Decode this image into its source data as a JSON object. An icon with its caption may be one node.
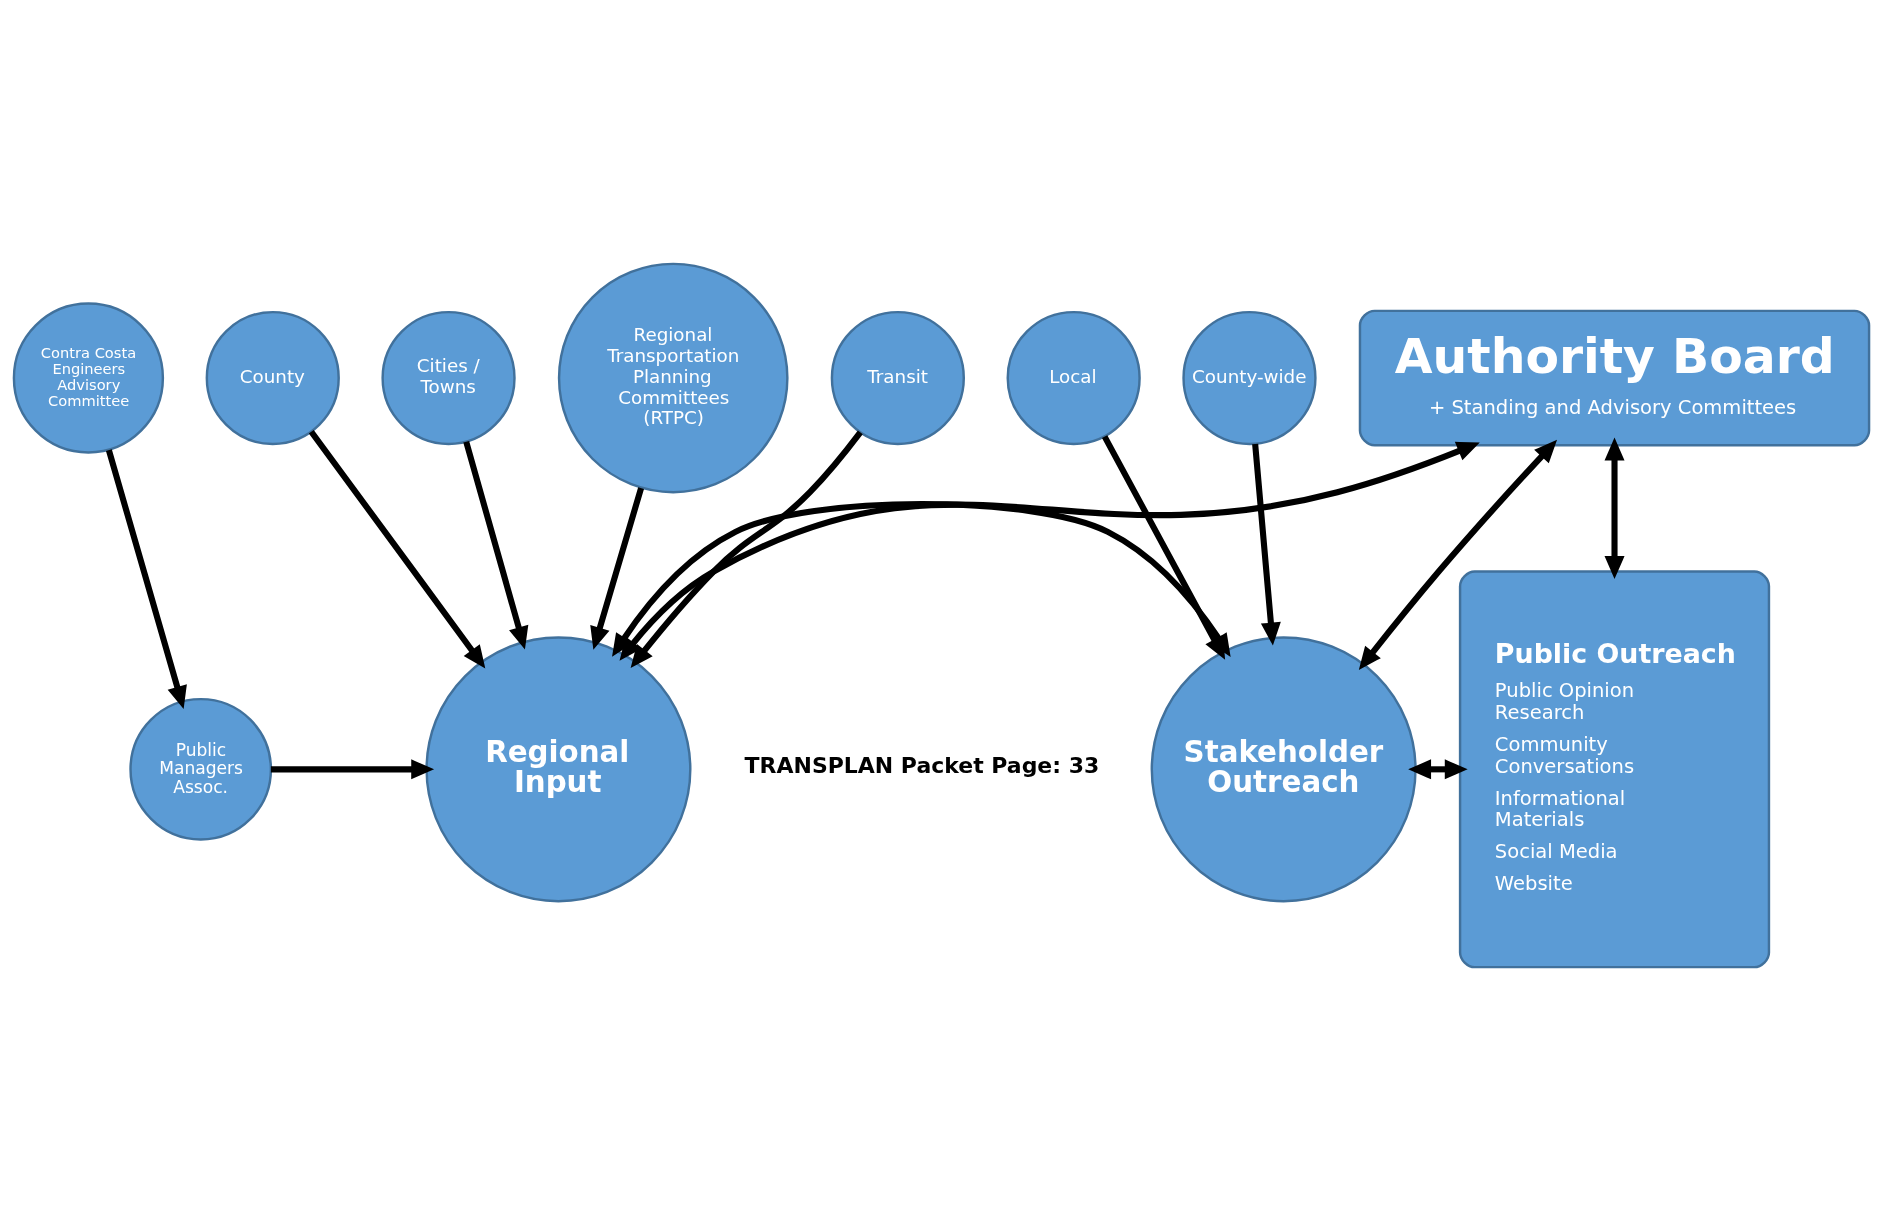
{
  "diagram": {
    "nodes": [
      {
        "text": [
          "Authority Board",
          "+ Standing and Advisory Committees"
        ]
      },
      {
        "text": [
          "Contra Costa Engineers Advisory Committee"
        ]
      },
      {
        "text": [
          "Public Managers Assoc."
        ]
      },
      {
        "text": [
          "Regional Input"
        ]
      },
      {
        "text": [
          "Stakeholder Outreach"
        ]
      },
      {
        "text": [
          "Public Outreach",
          "Public Opinion Research",
          "Community Conversations",
          "Informational Materials",
          "Social Media",
          "Website"
        ]
      },
      {
        "text": [
          "County"
        ]
      },
      {
        "text": [
          "Cities / Towns"
        ]
      },
      {
        "text": [
          "Regional Transportation Planning Committees (RTPC)"
        ]
      },
      {
        "text": [
          "Transit"
        ]
      },
      {
        "text": [
          "County-wide"
        ]
      },
      {
        "text": [
          "Local"
        ]
      }
    ],
    "edges": [
      {
        "from": 1,
        "to": 2,
        "arrow": "to"
      },
      {
        "from": 3,
        "to": 0,
        "arrow": "both"
      },
      {
        "from": 4,
        "to": 0,
        "arrow": "both"
      },
      {
        "from": 0,
        "to": 5,
        "arrow": "both"
      },
      {
        "from": 2,
        "to": 3,
        "arrow": "to"
      },
      {
        "from": 3,
        "to": 4,
        "arrow": "both"
      },
      {
        "from": 4,
        "to": 5,
        "arrow": "both"
      },
      {
        "from": 6,
        "to": 3,
        "arrow": "to"
      },
      {
        "from": 7,
        "to": 3,
        "arrow": "to"
      },
      {
        "from": 8,
        "to": 3,
        "arrow": "to"
      },
      {
        "from": 9,
        "to": 3,
        "arrow": "to"
      },
      {
        "from": 10,
        "to": 4,
        "arrow": "to"
      },
      {
        "from": 11,
        "to": 4,
        "arrow": "to"
      }
    ],
    "labels": [
      "TRANSPLAN Packet Page: 33"
    ]
  }
}
